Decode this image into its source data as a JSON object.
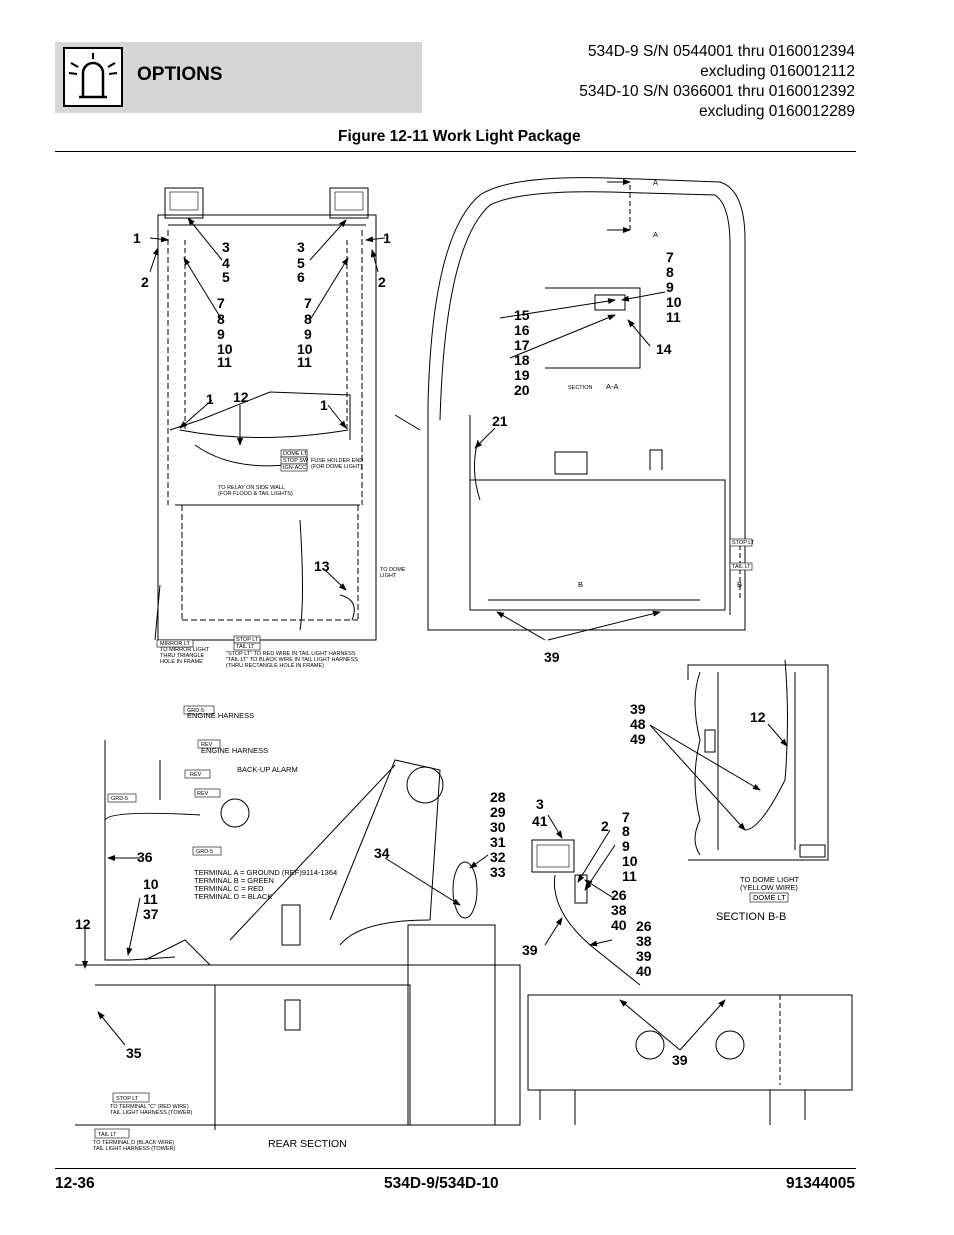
{
  "header": {
    "title": "OPTIONS",
    "serial_lines": [
      "534D-9 S/N 0544001 thru 0160012394",
      "excluding 0160012112",
      "534D-10 S/N 0366001 thru 0160012392",
      "excluding 0160012289"
    ],
    "icon": "work-light-icon"
  },
  "figure_title": "Figure 12-11 Work Light Package",
  "footer": {
    "page_number": "12-36",
    "model": "534D-9/534D-10",
    "doc_number": "91344005"
  },
  "callouts": {
    "c1": "1",
    "c2": "2",
    "c3": "3",
    "c4": "4",
    "c5": "5",
    "c6": "6",
    "c7": "7",
    "c8": "8",
    "c9": "9",
    "c10": "10",
    "c11": "11",
    "c12": "12",
    "c13": "13",
    "c14": "14",
    "c15": "15",
    "c16": "16",
    "c17": "17",
    "c18": "18",
    "c19": "19",
    "c20": "20",
    "c21": "21",
    "c26": "26",
    "c28": "28",
    "c29": "29",
    "c30": "30",
    "c31": "31",
    "c32": "32",
    "c33": "33",
    "c34": "34",
    "c35": "35",
    "c36": "36",
    "c37": "37",
    "c38": "38",
    "c39": "39",
    "c40": "40",
    "c41": "41",
    "c48": "48",
    "c49": "49"
  },
  "labels": {
    "dome_lt": "DOME LT",
    "stop_sw": "STOP SW",
    "ign_acc": "IGN-ACC",
    "fuse_holder_1": "FUSE HOLDER END",
    "fuse_holder_2": "(FOR DOME LIGHT)",
    "relay_1": "TO RELAY ON SIDE WALL",
    "relay_2": "(FOR FLOOD & TAIL LIGHTS)",
    "to_dome_1": "TO DOME",
    "to_dome_2": "LIGHT",
    "mirror_lt": "MIRROR LT",
    "mirror_1": "TO MIRROR LIGHT",
    "mirror_2": "THRU TRIANGLE",
    "mirror_3": "HOLE IN FRAME",
    "stop_lt": "STOP LT",
    "tail_lt": "TAIL LT",
    "stop_note_1": "\"STOP LT\" TO RED WIRE IN TAIL LIGHT HARNESS",
    "stop_note_2": "\"TAIL LT\" TO BLACK WIRE IN TAIL LIGHT HARNESS",
    "stop_note_3": "(THRU RECTANGLE HOLE IN FRAME)",
    "section_label": "SECTION",
    "section_aa": "A-A",
    "a_mark": "A",
    "b_mark": "B",
    "grd5": "GRD-5",
    "engine_harness": "ENGINE HARNESS",
    "rev": "REV",
    "backup_alarm": "BACK-UP ALARM",
    "term_a": "TERMINAL A = GROUND (REF)9114-1364",
    "term_b": "TERMINAL B = GREEN",
    "term_c": "TERMINAL C = RED",
    "term_d": "TERMINAL D = BLACK",
    "to_term_c_1": "TO TERMINAL \"C\" (RED WIRE)",
    "to_term_c_2": "TAIL LIGHT HARNESS (TOWER)",
    "to_term_d_1": "TO TERMINAL D (BLACK WIRE)",
    "to_term_d_2": "TAIL LIGHT HARNESS (TOWER)",
    "rear_section": "REAR SECTION",
    "to_dome_light_1": "TO DOME LIGHT",
    "to_dome_light_2": "(YELLOW WIRE)",
    "section_bb": "SECTION B-B"
  }
}
